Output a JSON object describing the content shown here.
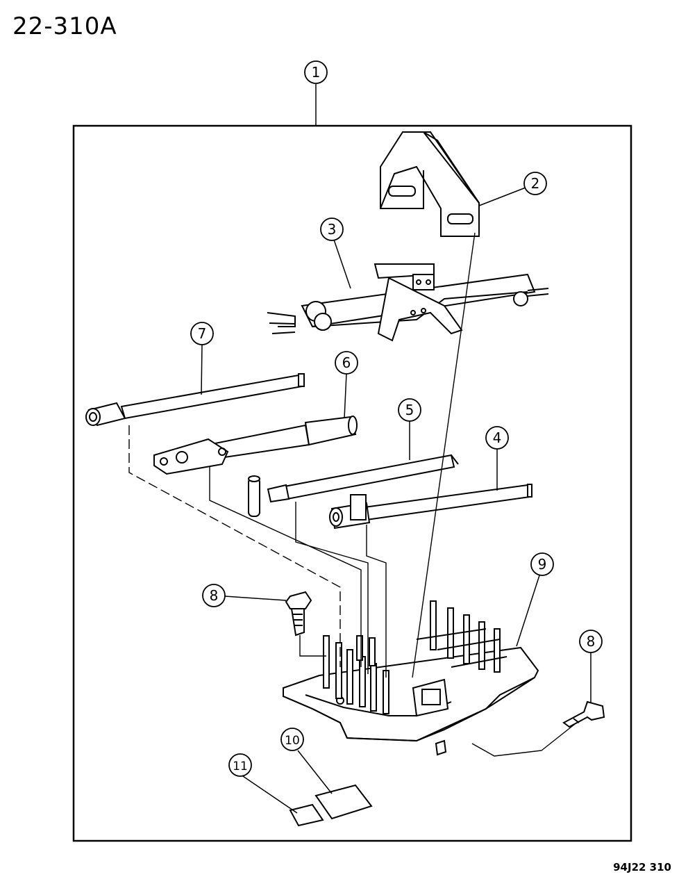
{
  "page_code": "22-310A",
  "footer_code": "94J22 310",
  "callouts": [
    {
      "id": "1",
      "label": "1"
    },
    {
      "id": "2",
      "label": "2"
    },
    {
      "id": "3",
      "label": "3"
    },
    {
      "id": "4",
      "label": "4"
    },
    {
      "id": "5",
      "label": "5"
    },
    {
      "id": "6",
      "label": "6"
    },
    {
      "id": "7",
      "label": "7"
    },
    {
      "id": "8a",
      "label": "8"
    },
    {
      "id": "8b",
      "label": "8"
    },
    {
      "id": "9",
      "label": "9"
    },
    {
      "id": "10",
      "label": "10"
    },
    {
      "id": "11",
      "label": "11"
    }
  ]
}
